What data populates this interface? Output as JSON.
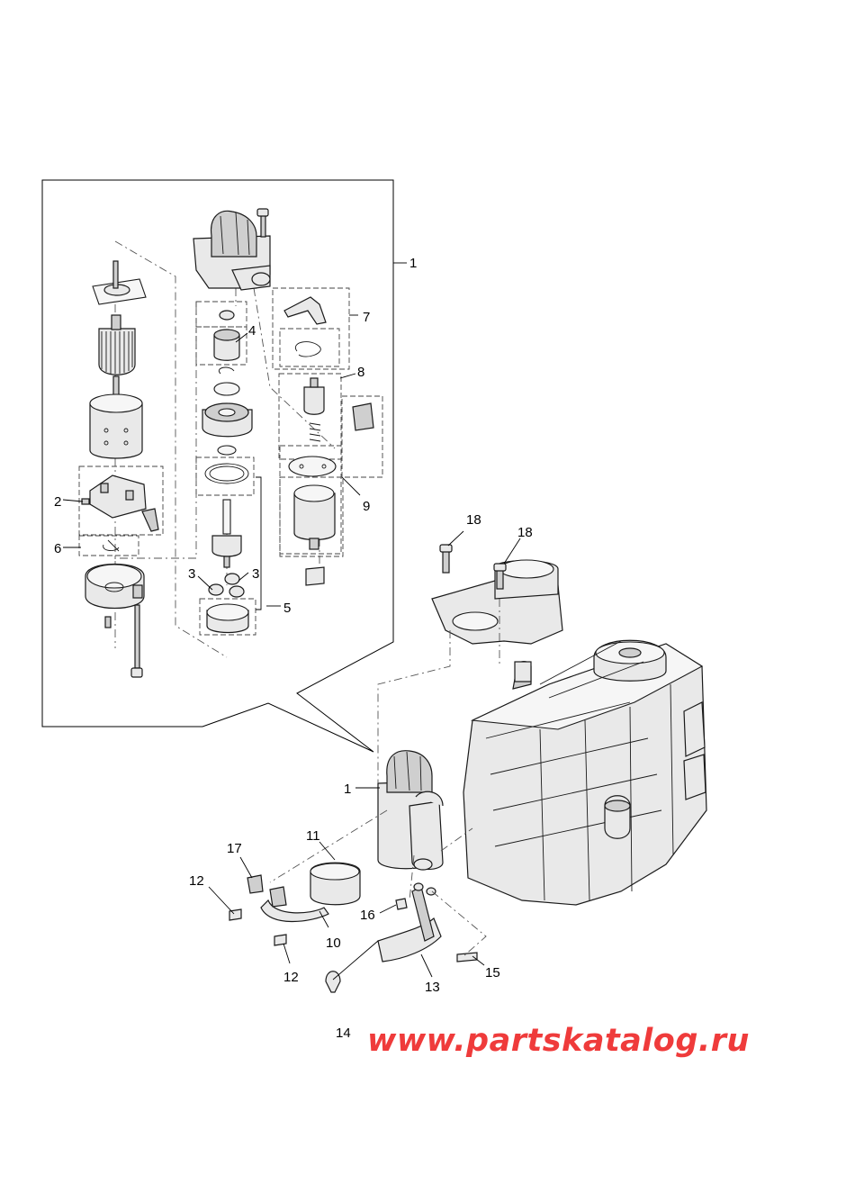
{
  "diagram": {
    "callouts": [
      {
        "id": "c1a",
        "text": "1"
      },
      {
        "id": "c1b",
        "text": "1"
      },
      {
        "id": "c2",
        "text": "2"
      },
      {
        "id": "c3a",
        "text": "3"
      },
      {
        "id": "c3b",
        "text": "3"
      },
      {
        "id": "c4",
        "text": "4"
      },
      {
        "id": "c5",
        "text": "5"
      },
      {
        "id": "c6",
        "text": "6"
      },
      {
        "id": "c7",
        "text": "7"
      },
      {
        "id": "c8",
        "text": "8"
      },
      {
        "id": "c9",
        "text": "9"
      },
      {
        "id": "c10",
        "text": "10"
      },
      {
        "id": "c11",
        "text": "11"
      },
      {
        "id": "c12a",
        "text": "12"
      },
      {
        "id": "c12b",
        "text": "12"
      },
      {
        "id": "c13",
        "text": "13"
      },
      {
        "id": "c14",
        "text": "14"
      },
      {
        "id": "c15",
        "text": "15"
      },
      {
        "id": "c16",
        "text": "16"
      },
      {
        "id": "c17",
        "text": "17"
      },
      {
        "id": "c18a",
        "text": "18"
      },
      {
        "id": "c18b",
        "text": "18"
      }
    ]
  },
  "watermark": {
    "text": "www.partskatalog.ru",
    "color": "#ef3b3b"
  }
}
